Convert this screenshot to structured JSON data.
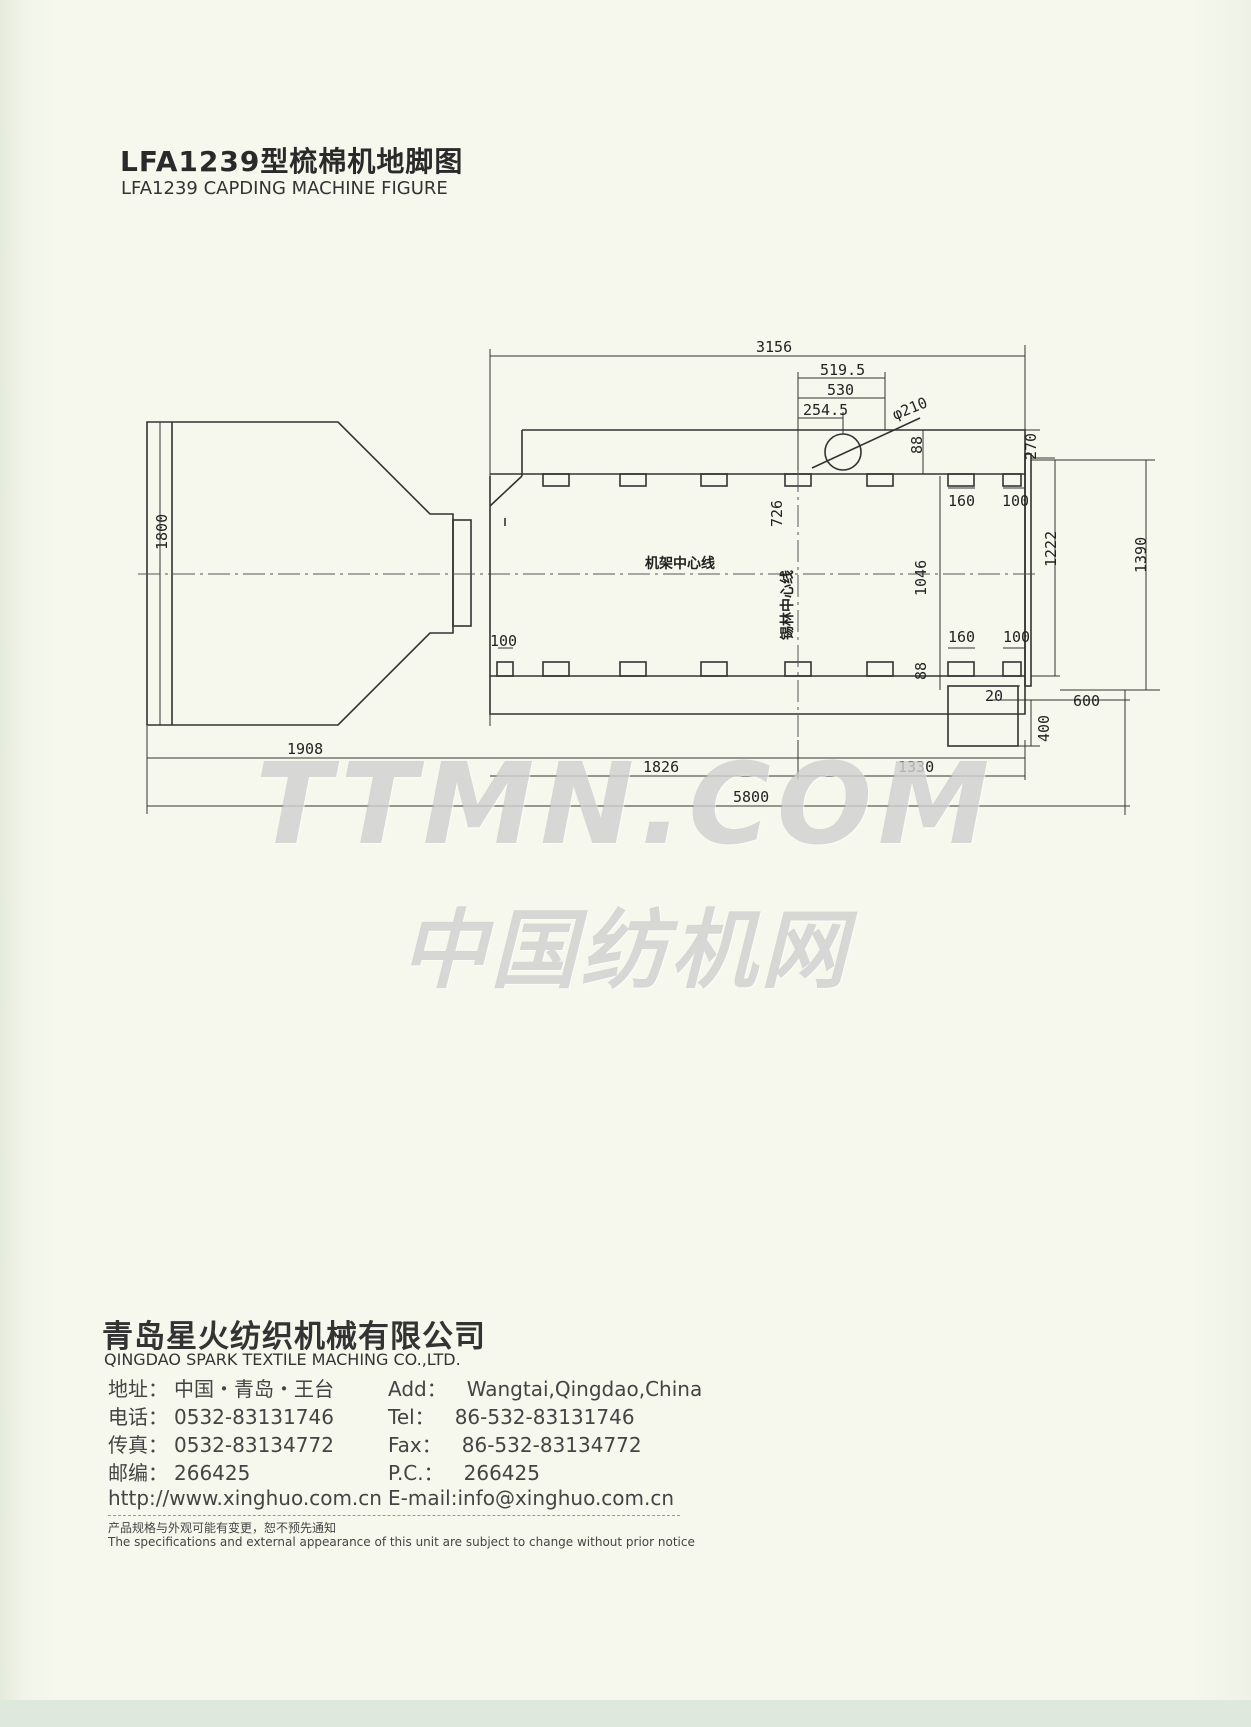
{
  "header": {
    "title_cn": "LFA1239型梳棉机地脚图",
    "title_en": "LFA1239 CAPDING MACHINE FIGURE"
  },
  "drawing": {
    "dims": {
      "d3156": "3156",
      "d519": "519.5",
      "d530": "530",
      "d254": "254.5",
      "dphi": "φ210",
      "d88a": "88",
      "d270": "270",
      "d726": "726",
      "d160a": "160",
      "d100a": "100",
      "d1222": "1222",
      "d1390": "1390",
      "d1800": "1800",
      "d1046": "1046",
      "d160b": "160",
      "d100b": "100",
      "d100c": "100",
      "d88b": "88",
      "d20": "20",
      "d600": "600",
      "d400": "400",
      "d1908": "1908",
      "d1826": "1826",
      "d1330": "1330",
      "d5800": "5800"
    },
    "labels": {
      "frame_center": "机架中心线",
      "cylinder_center": "锡林中心线"
    }
  },
  "watermark": {
    "en": "TTMN.COM",
    "cn": "中国纺机网"
  },
  "company": {
    "name_cn": "青岛星火纺织机械有限公司",
    "name_en": "QINGDAO SPARK TEXTILE MACHING CO.,LTD.",
    "contacts_left": [
      {
        "label": "地址：",
        "value": "中国・青岛・王台"
      },
      {
        "label": "电话：",
        "value": "0532-83131746"
      },
      {
        "label": "传真：",
        "value": "0532-83134772"
      },
      {
        "label": "邮编：",
        "value": "266425"
      },
      {
        "label": "",
        "value": "http://www.xinghuo.com.cn"
      }
    ],
    "contacts_right": [
      {
        "label": "Add：",
        "value": "Wangtai,Qingdao,China"
      },
      {
        "label": "Tel：",
        "value": "86-532-83131746"
      },
      {
        "label": "Fax：",
        "value": "86-532-83134772"
      },
      {
        "label": "P.C.：",
        "value": "266425"
      },
      {
        "label": "",
        "value": "E-mail:info@xinghuo.com.cn"
      }
    ]
  },
  "notice": {
    "cn": "产品规格与外观可能有变更，恕不预先通知",
    "en": "The specifications and external appearance of this unit are subject to change without prior notice"
  }
}
